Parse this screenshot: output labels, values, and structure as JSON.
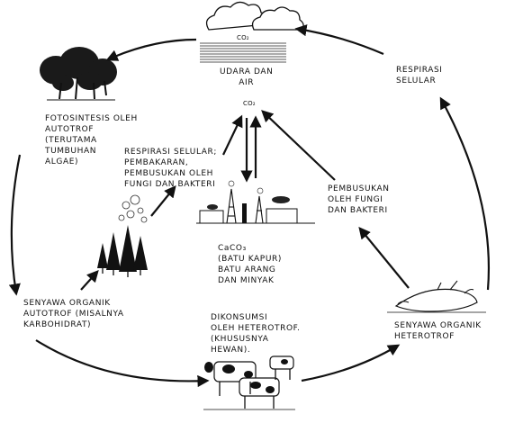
{
  "labels": {
    "udara": "UDARA DAN\nAIR",
    "co2_top": "CO₂",
    "co2_mid": "CO₂",
    "respirasi_selular": "RESPIRASI\nSELULAR",
    "fotosintesis": "FOTOSINTESIS OLEH\nAUTOTROF\n(TERUTAMA\nTUMBUHAN\nALGAE)",
    "respirasi_pembakaran": "RESPIRASI SELULAR;\nPEMBAKARAN,\nPEMBUSUKAN OLEH\nFUNGI DAN BAKTERI",
    "pembusukan": "PEMBUSUKAN\nOLEH FUNGI\nDAN BAKTERI",
    "caco3": "CaCO₃\n(BATU KAPUR)\nBATU ARANG\nDAN MINYAK",
    "senyawa_autotrof": "SENYAWA ORGANIK\nAUTOTROF (MISALNYA\nKARBOHIDRAT)",
    "dikonsumsi": "DIKONSUMSI\nOLEH HETEROTROF.\n(KHUSUSNYA\nHEWAN).",
    "senyawa_heterotrof": "SENYAWA ORGANIK\nHETEROTROF"
  },
  "icons": [
    "cloud-water-icon",
    "tree-icon",
    "fire-icon",
    "factory-icon",
    "cattle-icon",
    "dead-animal-icon"
  ],
  "colors": {
    "ink": "#111111",
    "paper": "#ffffff"
  }
}
